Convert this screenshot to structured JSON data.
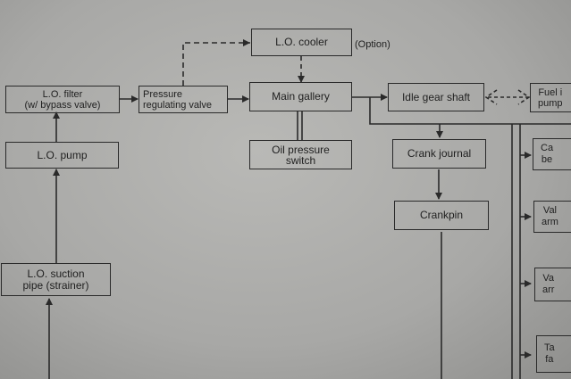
{
  "nodes": {
    "lo_cooler": "L.O. cooler",
    "option_note": "(Option)",
    "lo_filter": "L.O. filter\n(w/ bypass valve)",
    "pressure_valve": "Pressure\nregulating valve",
    "main_gallery": "Main gallery",
    "idle_gear_shaft": "Idle gear shaft",
    "fuel_pump_partial": "Fuel i\npump",
    "lo_pump": "L.O. pump",
    "oil_pressure_switch": "Oil pressure\nswitch",
    "crank_journal": "Crank journal",
    "crankpin": "Crankpin",
    "ca_be_partial": "Ca\nbe",
    "valve_arm_1_partial": "Val\narm",
    "valve_arm_2_partial": "Va\narr",
    "ta_fa_partial": "Ta\nfa",
    "suction_pipe": "L.O. suction\npipe (strainer)"
  },
  "colors": {
    "line": "#2a2a2a",
    "paper": "#aeaeab"
  }
}
